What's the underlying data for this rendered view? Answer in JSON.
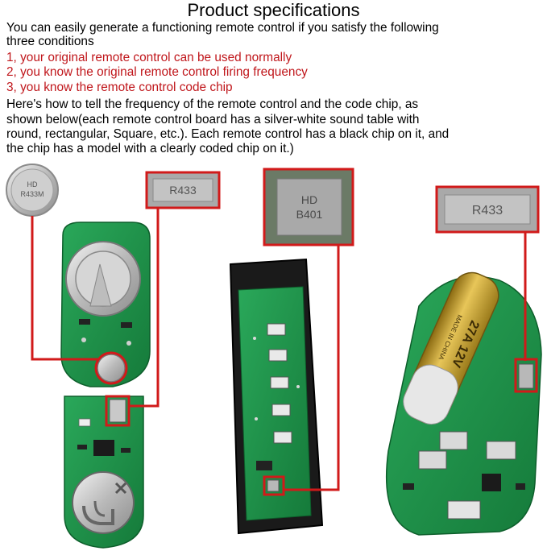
{
  "header": {
    "title": "Product specifications"
  },
  "intro": {
    "lines": [
      "You can easily generate a functioning remote control if you satisfy the following",
      "three conditions"
    ]
  },
  "conditions": [
    "1, your original remote control can be used normally",
    "2, you know the original remote control firing frequency",
    "3, you know the remote control code chip"
  ],
  "explanation": {
    "lines": [
      "Here's how to tell the frequency of the remote control and the code chip, as",
      "shown below(each remote control board has a silver-white sound table with",
      "round, rectangular, Square, etc.). Each remote control has a black chip on it, and",
      "the chip has a model with a clearly coded chip on it.)"
    ]
  },
  "photo": {
    "chip_labels": {
      "round_chip": "HD\nR433M",
      "rect_chip_1": "R433",
      "square_chip": "HD\nB401",
      "rect_chip_2": "R433"
    },
    "battery_text": "27A 12V",
    "battery_sub": "MADE IN CHINA",
    "highlight_color": "#d11a1a",
    "pcb_color": "#1f9a4a"
  }
}
